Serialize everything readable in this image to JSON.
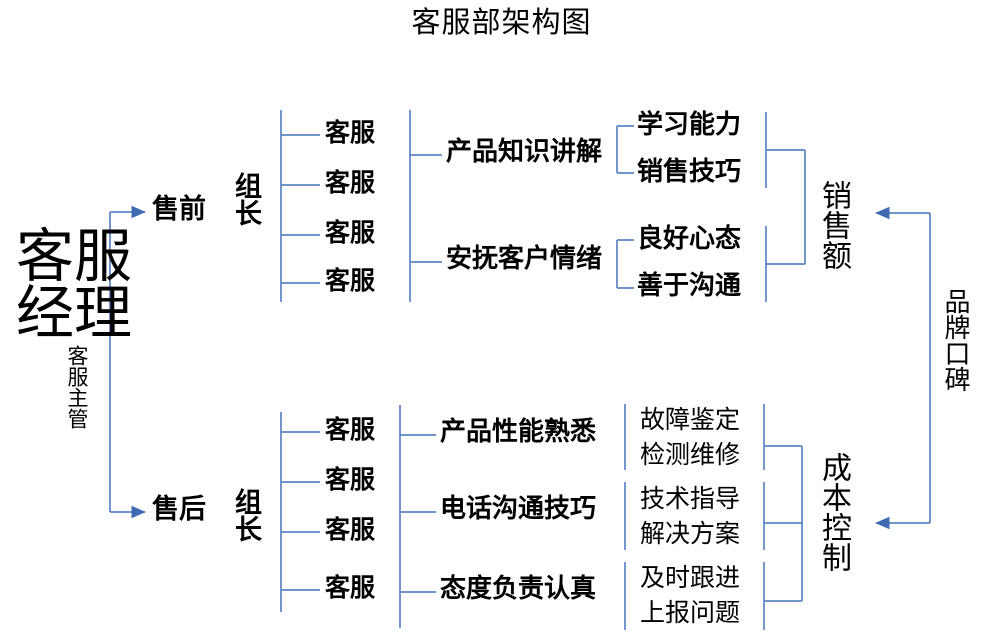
{
  "title": "客服部架构图",
  "colors": {
    "line": "#5B84C4",
    "text": "#000000",
    "background": "#FFFFFF"
  },
  "root": {
    "manager_label": "客服经理",
    "supervisor_label": "客服主管"
  },
  "branches": [
    {
      "name": "presale",
      "label": "售前",
      "leader_label": "组长",
      "staff": [
        "客服",
        "客服",
        "客服",
        "客服"
      ],
      "duties": [
        {
          "label": "产品知识讲解",
          "traits": [
            "学习能力",
            "销售技巧"
          ]
        },
        {
          "label": "安抚客户情绪",
          "traits": [
            "良好心态",
            "善于沟通"
          ]
        }
      ],
      "outcome": "销售额"
    },
    {
      "name": "aftersale",
      "label": "售后",
      "leader_label": "组长",
      "staff": [
        "客服",
        "客服",
        "客服",
        "客服"
      ],
      "duties": [
        {
          "label": "产品性能熟悉",
          "traits": [
            "故障鉴定",
            "检测维修"
          ]
        },
        {
          "label": "电话沟通技巧",
          "traits": [
            "技术指导",
            "解决方案"
          ]
        },
        {
          "label": "态度负责认真",
          "traits": [
            "及时跟进",
            "上报问题"
          ]
        }
      ],
      "outcome": "成本控制"
    }
  ],
  "final_outcome": "品牌口碑"
}
